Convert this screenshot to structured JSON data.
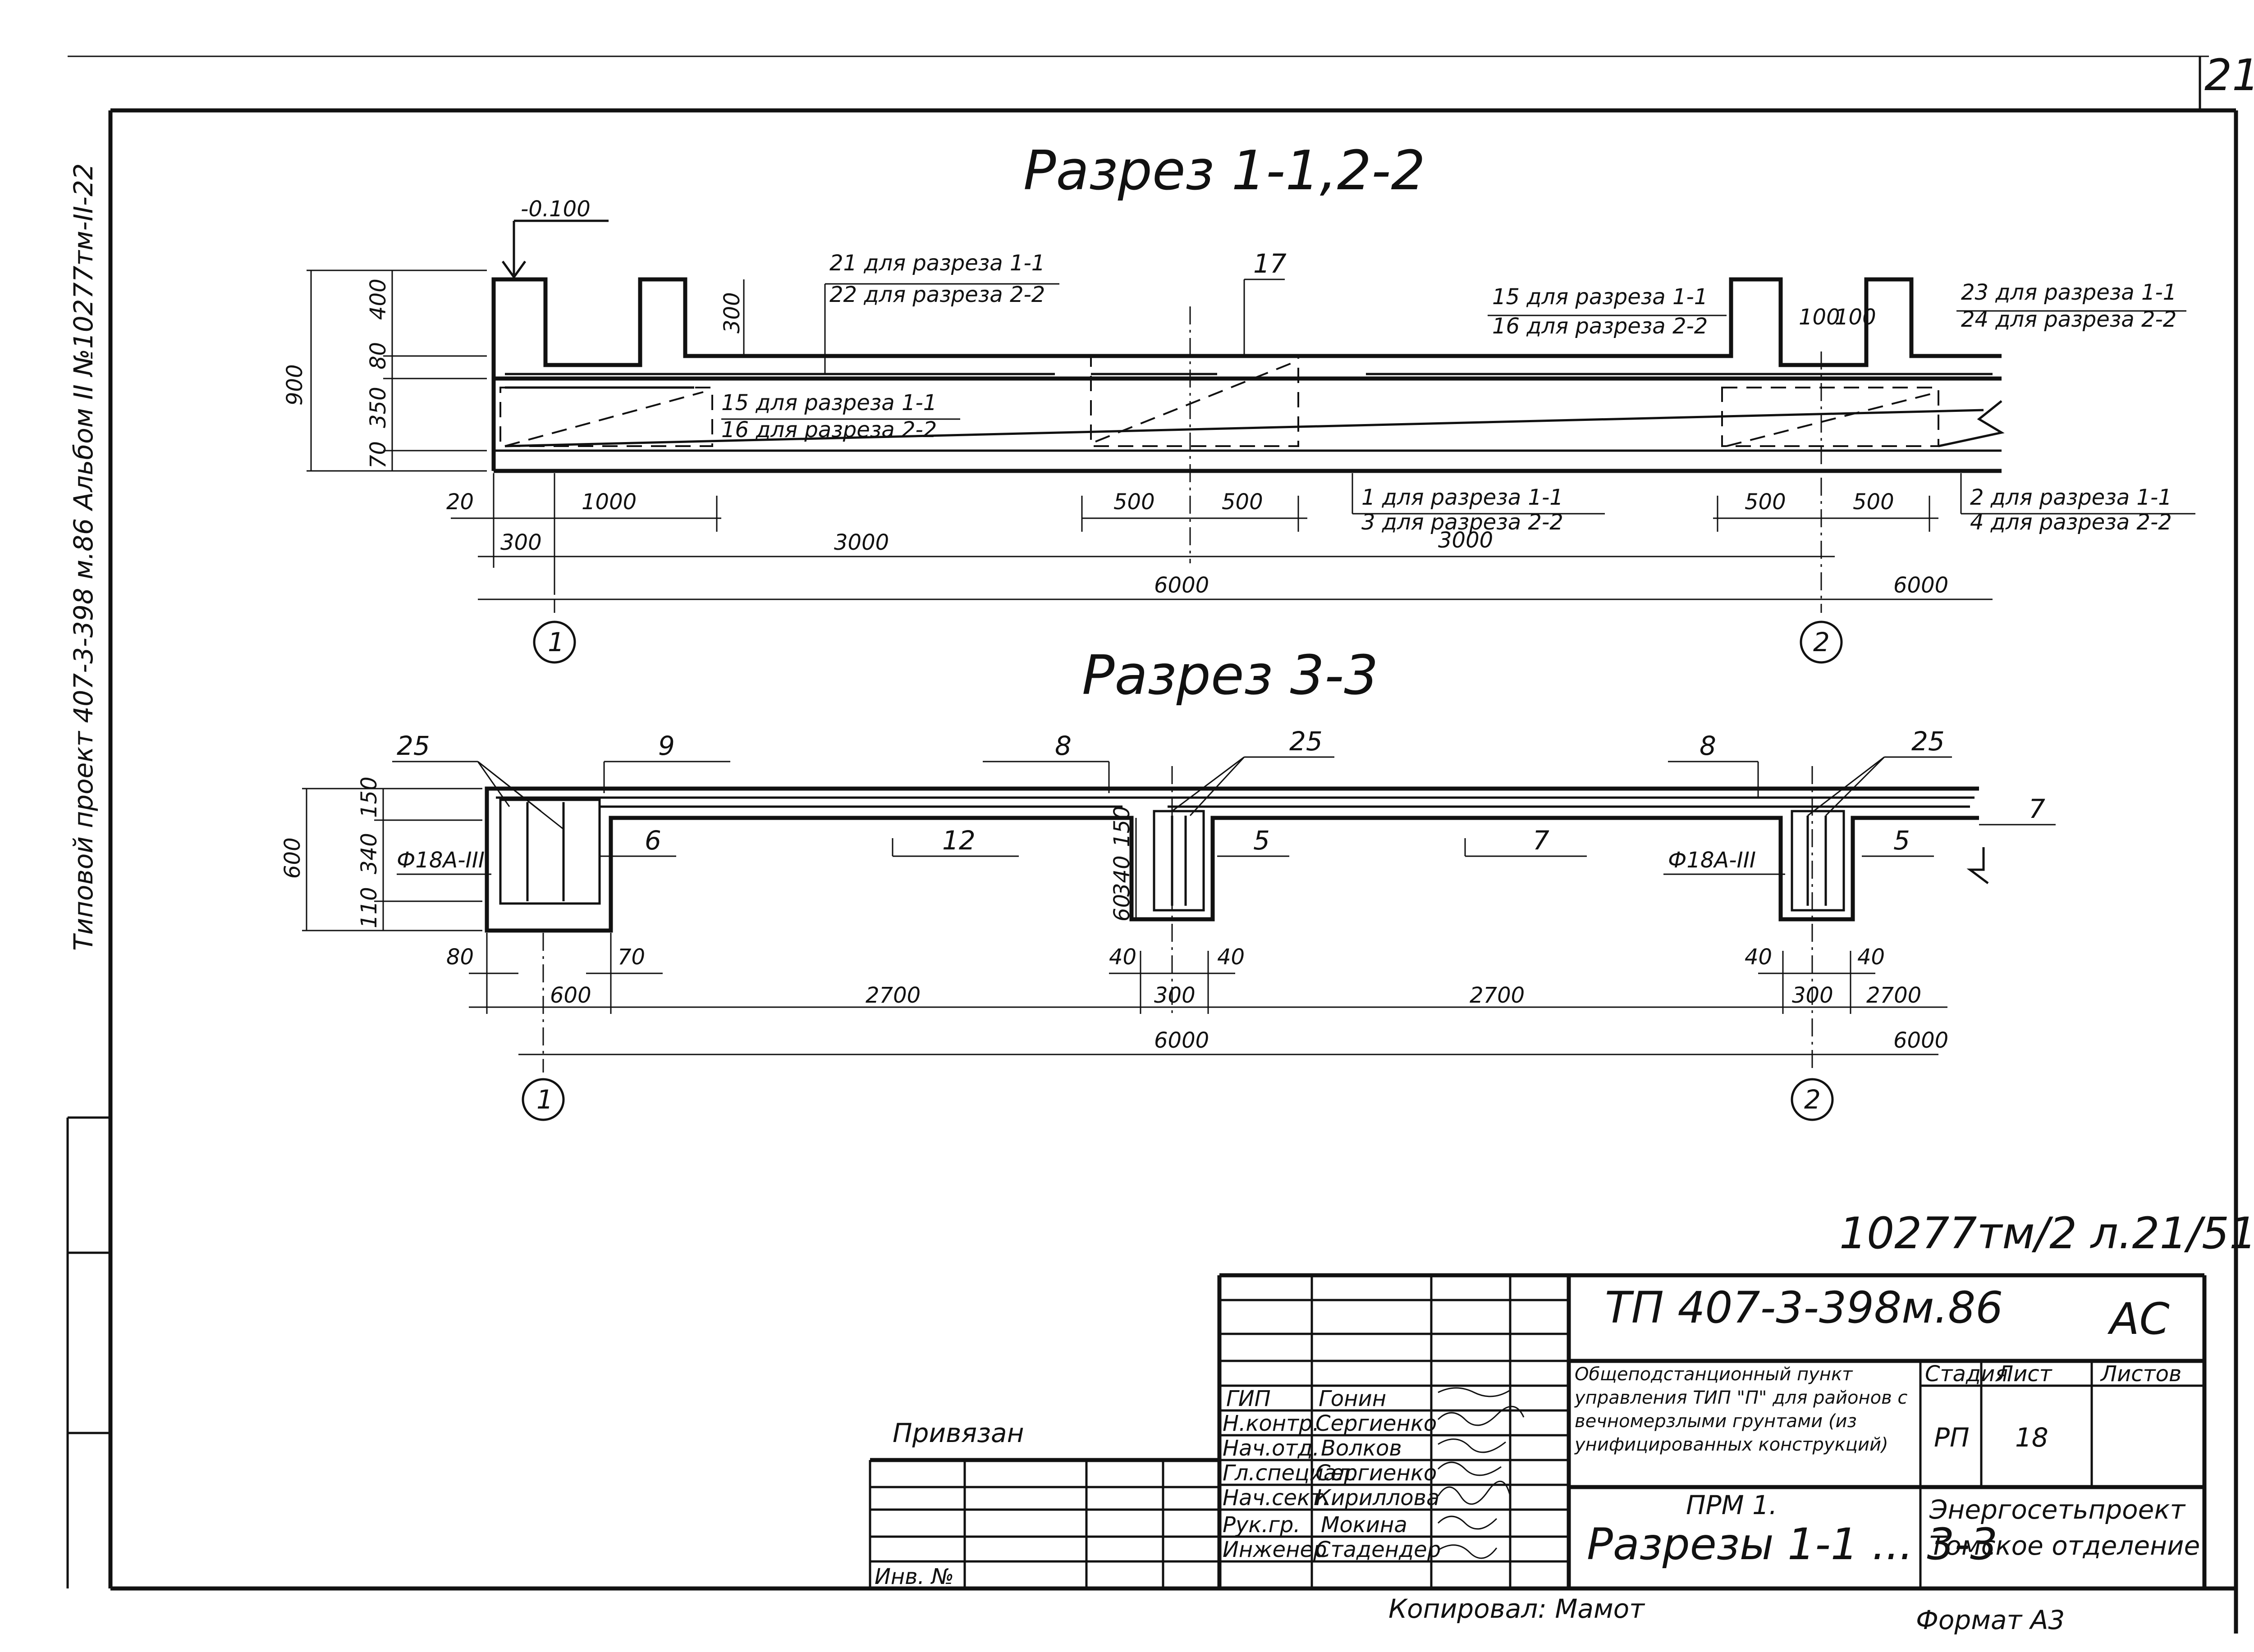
{
  "sheet_number": "21",
  "side_title": "Типовой проект 407-3-398 м.86 Альбом II №10277тм-II-22",
  "archive_note": "10277тм/2 л.21/51",
  "section1": {
    "title": "Разрез 1-1,2-2",
    "elev": "-0.100",
    "dims_v": [
      "900",
      "400",
      "80",
      "350",
      "70",
      "300"
    ],
    "dims_h": [
      "20",
      "1000",
      "300",
      "3000",
      "500",
      "500",
      "6000",
      "500",
      "500",
      "3000",
      "6000",
      "100",
      "100"
    ],
    "callouts": {
      "c21": "21 для разреза 1-1",
      "c22": "22 для разреза 2-2",
      "c17": "17",
      "c15a": "15 для разреза 1-1",
      "c16a": "16 для разреза 2-2",
      "c15b": "15 для разреза 1-1",
      "c16b": "16 для разреза 2-2",
      "c23": "23 для разреза 1-1",
      "c24": "24 для разреза 2-2",
      "c1": "1 для разреза 1-1",
      "c3": "3 для разреза 2-2",
      "c2": "2 для разреза 1-1",
      "c4": "4 для разреза 2-2"
    },
    "axes": [
      "1",
      "2"
    ]
  },
  "section3": {
    "title": "Разрез 3-3",
    "dims_v": [
      "600",
      "150",
      "340",
      "110",
      "150",
      "340",
      "60"
    ],
    "dims_h": [
      "80",
      "70",
      "600",
      "2700",
      "40",
      "300",
      "40",
      "2700",
      "40",
      "40",
      "300",
      "2700",
      "6000",
      "6000"
    ],
    "callouts": [
      "25",
      "9",
      "8",
      "25",
      "8",
      "25",
      "7",
      "6",
      "12",
      "5",
      "7",
      "5"
    ],
    "bar_label": "Ф18А-III",
    "axes": [
      "1",
      "2"
    ]
  },
  "title_block": {
    "project_code": "ТП 407-3-398м.86",
    "mark": "АС",
    "description": "Общеподстанционный пункт управления ТИП \"П\" для районов с вечномерзлыми грунтами (из унифицированных конструкций)",
    "stage_header": "Стадия",
    "sheet_header": "Лист",
    "sheets_header": "Листов",
    "stage": "РП",
    "sheet": "18",
    "sheets": "",
    "drawing_title_1": "ПРМ 1.",
    "drawing_title_2": "Разрезы 1-1 ... 3-3",
    "org_1": "Энергосетьпроект",
    "org_2": "Томское отделение",
    "attached": "Привязан",
    "inv": "Инв. №",
    "roles": [
      {
        "role": "ГИП",
        "name": "Гонин"
      },
      {
        "role": "Н.контр.",
        "name": "Сергиенко"
      },
      {
        "role": "Нач.отд.",
        "name": "Волков"
      },
      {
        "role": "Гл.специал.",
        "name": "Сергиенко"
      },
      {
        "role": "Нач.сект.",
        "name": "Кириллова"
      },
      {
        "role": "Рук.гр.",
        "name": "Мокина"
      },
      {
        "role": "Инженер",
        "name": "Стадендер"
      }
    ],
    "copied_by": "Копировал: Мамот",
    "format": "Формат А3"
  }
}
